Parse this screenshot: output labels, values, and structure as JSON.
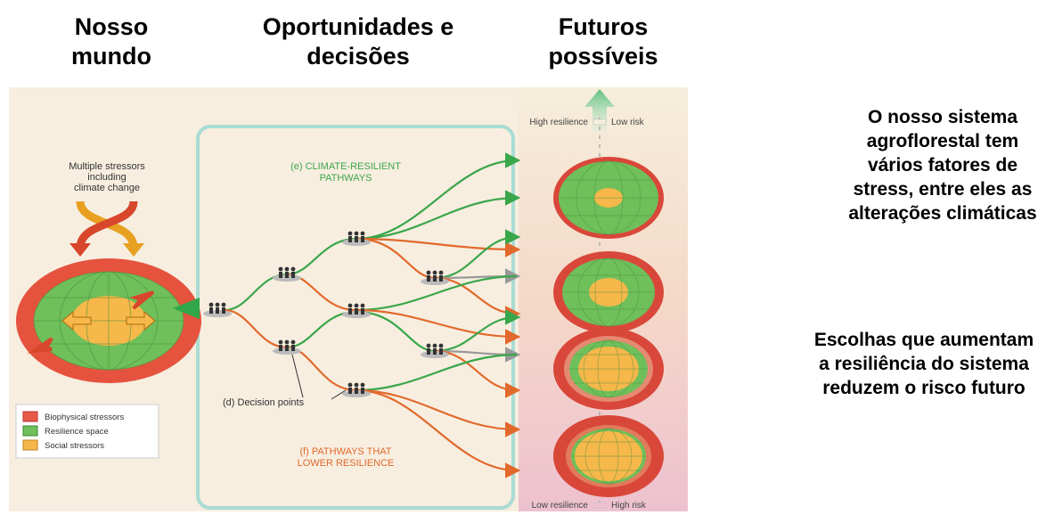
{
  "columns": {
    "col1": "Nosso\nmundo",
    "col2": "Oportunidades e\ndecisões",
    "col3": "Futuros\npossíveis"
  },
  "side": {
    "text1": "O nosso sistema agroflorestal tem vários fatores de stress, entre eles as alterações climáticas",
    "text2": "Escolhas que aumentam a resiliência do sistema reduzem o risco futuro"
  },
  "figure": {
    "stressors_label": [
      "Multiple stressors",
      "including",
      "climate change"
    ],
    "climate_label": [
      "(e) CLIMATE-RESILIENT",
      "PATHWAYS"
    ],
    "lower_label": [
      "(f) PATHWAYS THAT",
      "LOWER RESILIENCE"
    ],
    "decision_label": "(d) Decision points",
    "scale_top_left": "High resilience",
    "scale_top_right": "Low risk",
    "scale_bottom_left": "Low resilience",
    "scale_bottom_right": "High risk",
    "legend": [
      {
        "label": "Biophysical stressors",
        "color": "#e8594a"
      },
      {
        "label": "Resilience space",
        "color": "#6fbf5a"
      },
      {
        "label": "Social stressors",
        "color": "#f6b84a"
      }
    ],
    "colors": {
      "green_path": "#3aa64a",
      "orange_path": "#e2692c",
      "frame": "#a9dcd3",
      "background": "#f7eee0"
    }
  }
}
